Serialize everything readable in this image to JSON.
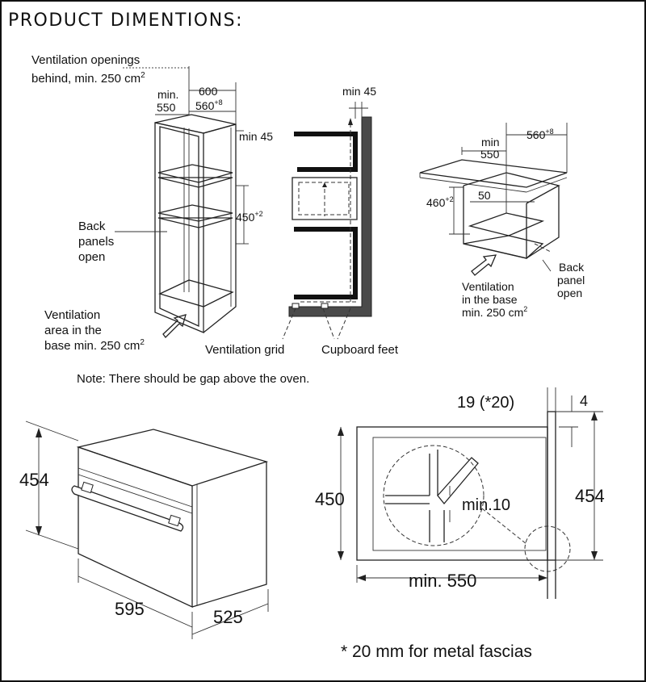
{
  "title": "PRODUCT DIMENTIONS:",
  "cabinet": {
    "vent_openings_line1": "Ventilation openings",
    "vent_openings_line2": "behind, min. 250 cm",
    "vent_openings_sup": "2",
    "min_label": "min.",
    "depth_min": "550",
    "width_600": "600",
    "width_560": "560",
    "width_560_sup": "+8",
    "min_45": "min 45",
    "height_450": "450",
    "height_450_sup": "+2",
    "back_panels_1": "Back",
    "back_panels_2": "panels",
    "back_panels_3": "open",
    "vent_area_1": "Ventilation",
    "vent_area_2": "area in the",
    "vent_area_3": "base min. 250 cm",
    "vent_area_sup": "2"
  },
  "section": {
    "min_45": "min 45",
    "ventilation_grid": "Ventilation grid",
    "cupboard_feet": "Cupboard feet"
  },
  "undercounter": {
    "min_label": "min",
    "depth_550": "550",
    "width_560": "560",
    "width_560_sup": "+8",
    "height_460": "460",
    "height_460_sup": "+2",
    "gap_50": "50",
    "vent_1": "Ventilation",
    "vent_2": "in the base",
    "vent_3": "min. 250 cm",
    "vent_sup": "2",
    "back_1": "Back",
    "back_2": "panel",
    "back_3": "open"
  },
  "note": "Note: There should be gap above the oven.",
  "oven": {
    "height": "454",
    "width": "595",
    "depth": "525"
  },
  "side": {
    "fascia": "19 (*20)",
    "gap_4": "4",
    "height_450": "450",
    "height_454": "454",
    "min_10": "min.10",
    "min_550": "min. 550"
  },
  "footnote": "* 20 mm for metal fascias"
}
